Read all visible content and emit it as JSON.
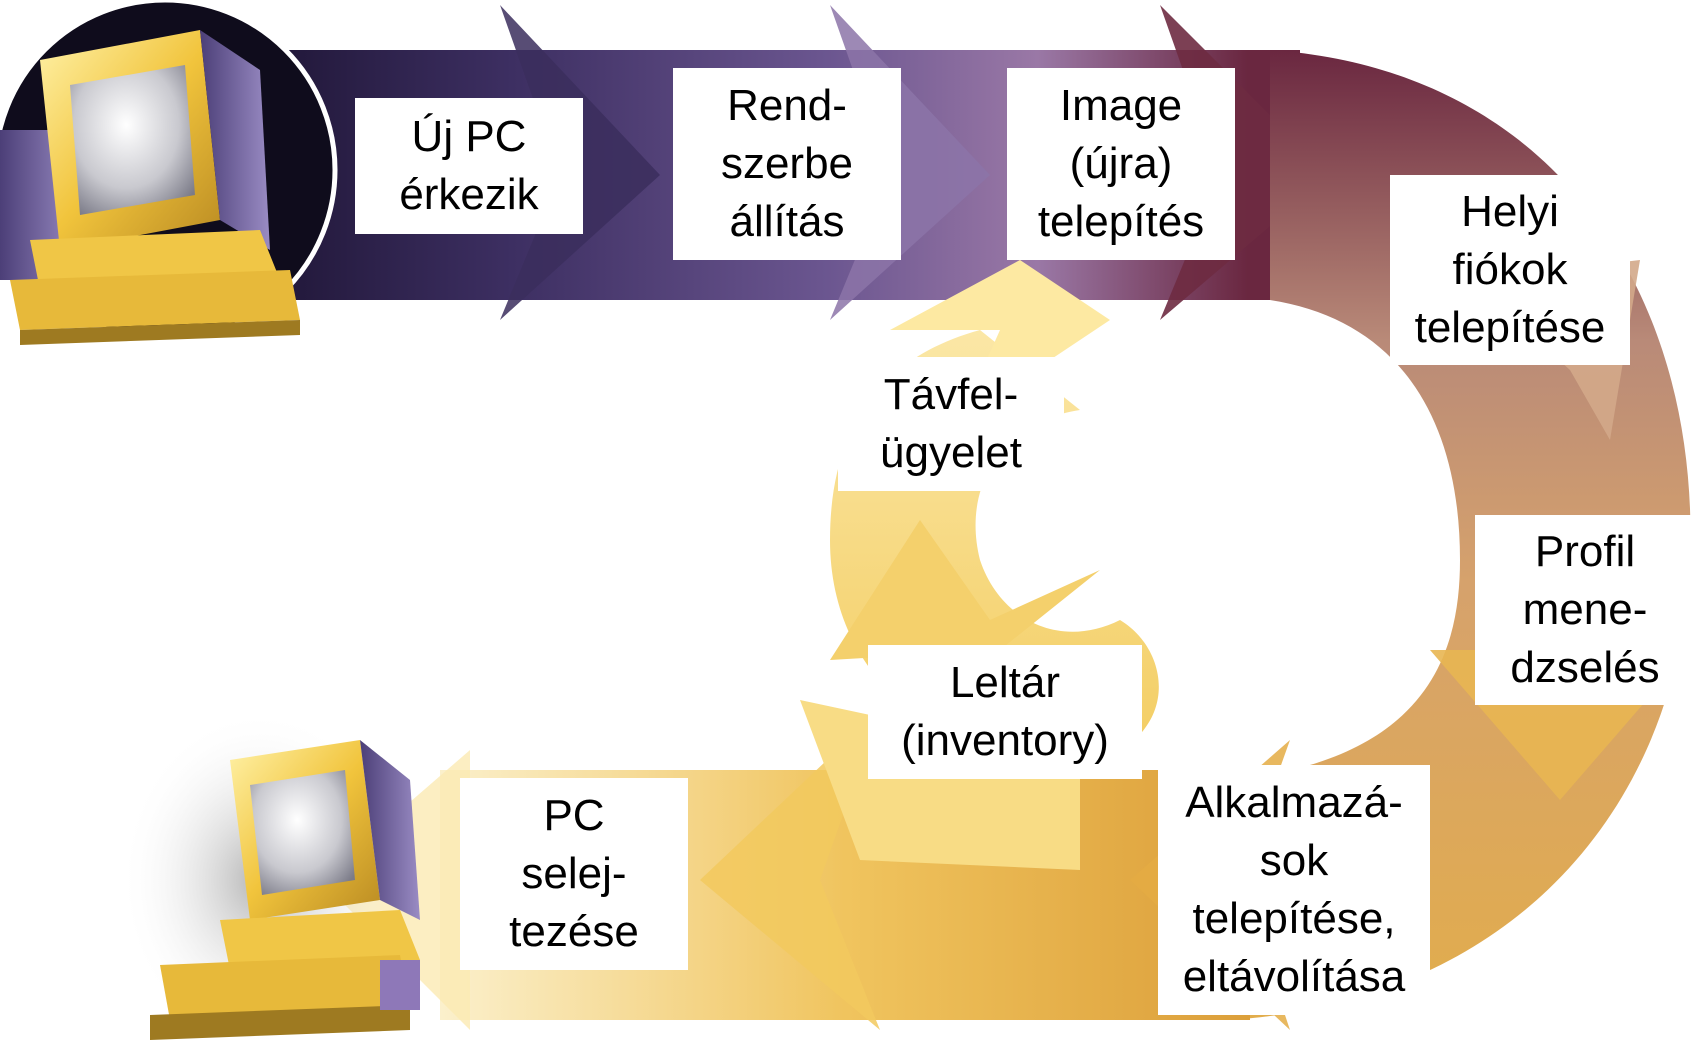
{
  "colors": {
    "purple_dark": "#2a1e4a",
    "purple_mid": "#5b4a85",
    "purple_light": "#a58fba",
    "maroon": "#7a2e3c",
    "tan": "#c99670",
    "gold": "#e8b24a",
    "gold_light": "#f6dc88",
    "pale_yellow": "#fbefc4"
  },
  "icons": [
    "computer-new-icon",
    "computer-retired-icon"
  ],
  "steps": {
    "new_pc": [
      "Új PC",
      "érkezik"
    ],
    "setup": [
      "Rend-",
      "szerbe",
      "állítás"
    ],
    "image": [
      "Image",
      "(újra)",
      "telepítés"
    ],
    "local_accounts": [
      "Helyi",
      "fiókok",
      "telepítése"
    ],
    "profile": [
      "Profil",
      "mene-",
      "dzselés"
    ],
    "apps": [
      "Alkalmazá-",
      "sok",
      "telepítése,",
      "eltávolítása"
    ],
    "inventory": [
      "Leltár",
      "(inventory)"
    ],
    "remote_support": [
      "Távfel-",
      "ügyelet"
    ],
    "retire": [
      "PC",
      "selej-",
      "tezése"
    ]
  }
}
